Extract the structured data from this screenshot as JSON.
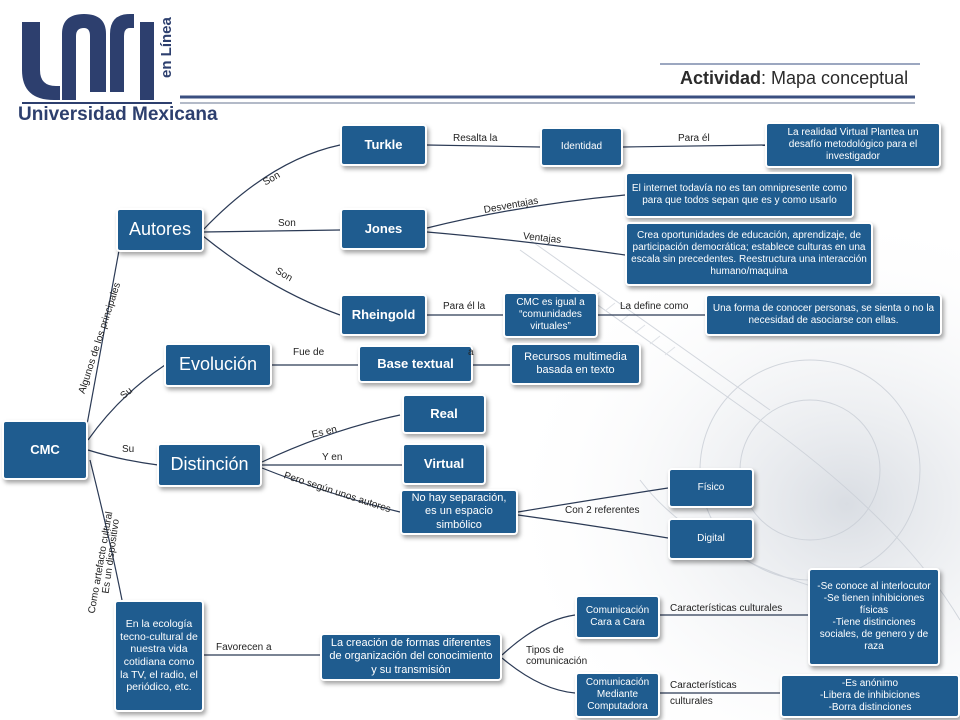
{
  "header": {
    "logo_name": "Universidad Mexicana",
    "logo_sub": "en Línea",
    "activity_bold": "Actividad",
    "activity_rest": ": Mapa conceptual"
  },
  "nodes": {
    "cmc": "CMC",
    "autores": "Autores",
    "evolucion": "Evolución",
    "distincion": "Distinción",
    "ecologia": "En la ecología tecno-cultural de nuestra vida cotidiana como la TV, el radio, el periódico, etc.",
    "turkle": "Turkle",
    "jones": "Jones",
    "rheingold": "Rheingold",
    "identidad": "Identidad",
    "realidad_virtual": "La realidad Virtual Plantea un desafío metodológico para  el investigador",
    "desventaja": "El internet todavía no es tan omnipresente como para que todos sepan que es y como usarlo",
    "ventaja": "Crea oportunidades de educación, aprendizaje, de participación democrática; establece culturas en una escala sin precedentes.  Reestructura una interacción humano/maquina",
    "comunidades": "CMC es igual a “comunidades virtuales”",
    "forma_conocer": "Una forma de conocer personas, se sienta o no la necesidad de asociarse con ellas.",
    "base_textual": "Base textual",
    "recursos": "Recursos multimedia basada en texto",
    "real": "Real",
    "virtual": "Virtual",
    "no_separacion": "No hay separación, es un espacio simbólico",
    "fisico": "Físico",
    "digital": "Digital",
    "creacion": "La creación de formas diferentes de organización del conocimiento y su transmisión",
    "cara_a_cara": "Comunicación Cara a Cara",
    "mediante": "Comunicación Mediante Computadora",
    "caracteristicas_cara": "-Se conoce al interlocutor\n-Se tienen inhibiciones físicas\n-Tiene distinciones sociales, de genero y de raza",
    "caracteristicas_cmc": "-Es anónimo\n-Libera de inhibiciones\n-Borra distinciones"
  },
  "labels": {
    "algunos": "Algunos de los principales",
    "su1": "Su",
    "su2": "Su",
    "artefacto": "Como artefacto cultural",
    "dispositivo": "Es un dispositivo",
    "son1": "Son",
    "son2": "Son",
    "son3": "Son",
    "resalta": "Resalta la",
    "para_el1": "Para él",
    "desventajas": "Desventajas",
    "ventajas": "Ventajas",
    "para_el_la": "Para él la",
    "la_define": "La define como",
    "fue_de": "Fue de",
    "a": "a",
    "es_en": "Es en",
    "y_en": "Y en",
    "pero_segun": "Pero según unos autores",
    "con2": "Con 2 referentes",
    "favorecen": "Favorecen a",
    "tipos": "Tipos de comunicación",
    "car_cult1": "Características culturales",
    "car_cult2": "Características culturales"
  },
  "colors": {
    "node_fill": "#1f5c8f",
    "logo_blue": "#2d3f6e",
    "header_line": "#3a4f80"
  }
}
